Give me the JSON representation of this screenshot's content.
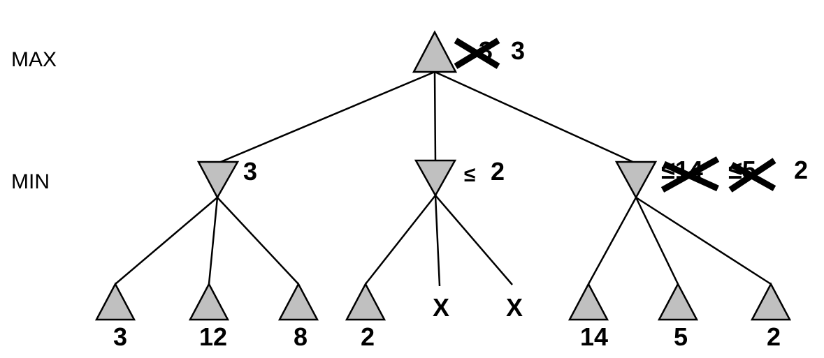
{
  "levels": {
    "max": "MAX",
    "min": "MIN"
  },
  "root": {
    "crossed_value": "3",
    "value": "3"
  },
  "min_nodes": [
    {
      "value": "3"
    },
    {
      "bound_symbol": "≤",
      "value": "2"
    },
    {
      "crossed_values": [
        "≤14",
        "≤5"
      ],
      "value": "2"
    }
  ],
  "leaves": [
    "3",
    "12",
    "8",
    "2",
    "X",
    "X",
    "14",
    "5",
    "2"
  ]
}
